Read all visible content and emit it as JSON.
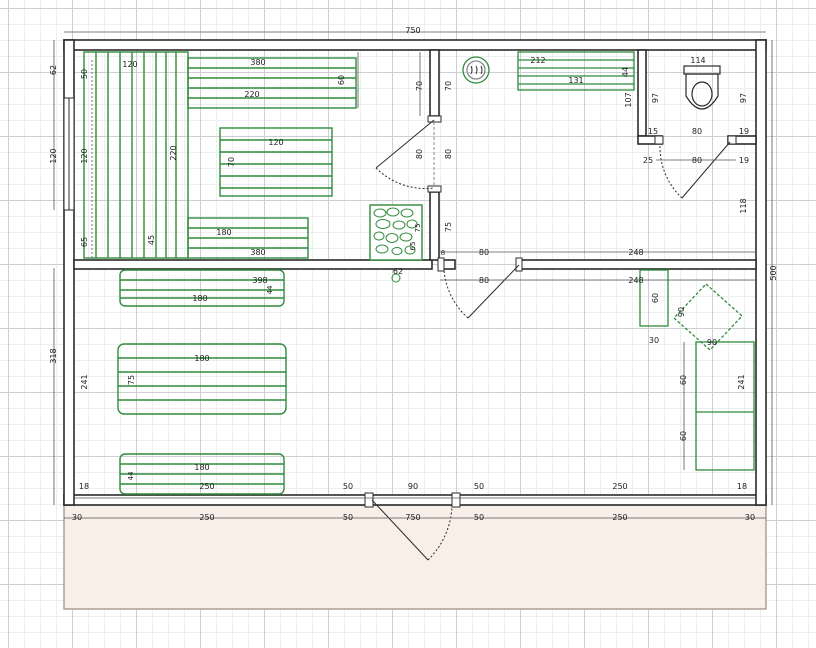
{
  "colors": {
    "wall_fill": "#ffffff",
    "wall_stroke": "#2b2b2b",
    "furniture": "#2e8b3a",
    "terrace": "#f8efe8",
    "terrace_stroke": "#9a8a80",
    "dimension": "#333333"
  },
  "icons": [
    "shower-icon",
    "toilet-icon",
    "stove-stones-icon"
  ],
  "dimensions": {
    "overall_width": "750",
    "overall_height": "500",
    "left_top_62": "62",
    "left_window_120": "120",
    "left_lower_318": "318",
    "bench_50": "50",
    "bench_120_top": "120",
    "bench_120_vert": "120",
    "bench_220_vert": "220",
    "bench_65": "65",
    "bench_45": "45",
    "bench_380_top": "380",
    "bench_220_h": "220",
    "bench_60": "60",
    "table_120": "120",
    "table_70": "70",
    "bench_180_steam": "180",
    "bench_380_bottom": "380",
    "door_70_a": "70",
    "door_80_a": "80",
    "stove_75": "75",
    "stove_65": "65",
    "stove_62": "62",
    "shower_70": "70",
    "shower_80": "80",
    "shower_75": "75",
    "bench_212": "212",
    "bench_131": "131",
    "bench_44_w": "44",
    "wc_107": "107",
    "wc_114": "114",
    "wc_97_l": "97",
    "wc_97_r": "97",
    "wc_15": "15",
    "wc_80_a": "80",
    "wc_19_a": "19",
    "wc_25": "25",
    "wc_80_b": "80",
    "wc_19_b": "19",
    "right_118": "118",
    "part_8": "8",
    "part_80_a": "80",
    "part_248_a": "248",
    "part_80_b": "80",
    "part_248_b": "248",
    "rest_398": "398",
    "rest_44_top": "44",
    "rest_180_top": "180",
    "rest_180_mid": "180",
    "rest_75": "75",
    "rest_241_l": "241",
    "rest_180_bot": "180",
    "rest_44_bot": "44",
    "rest_250_inner": "250",
    "rest_18_l": "18",
    "kitchen_60_top": "60",
    "kitchen_90_a": "90",
    "kitchen_30": "30",
    "kitchen_90_b": "90",
    "kitchen_60_a": "60",
    "kitchen_60_b": "60",
    "kitchen_241": "241",
    "kitchen_18_r": "18",
    "front_50_a": "50",
    "front_90": "90",
    "front_50_b": "50",
    "front_250_r": "250",
    "bottom_30_l": "30",
    "bottom_250_l": "250",
    "bottom_50_l": "50",
    "bottom_750": "750",
    "bottom_50_r": "50",
    "bottom_250_r": "250",
    "bottom_30_r": "30"
  }
}
